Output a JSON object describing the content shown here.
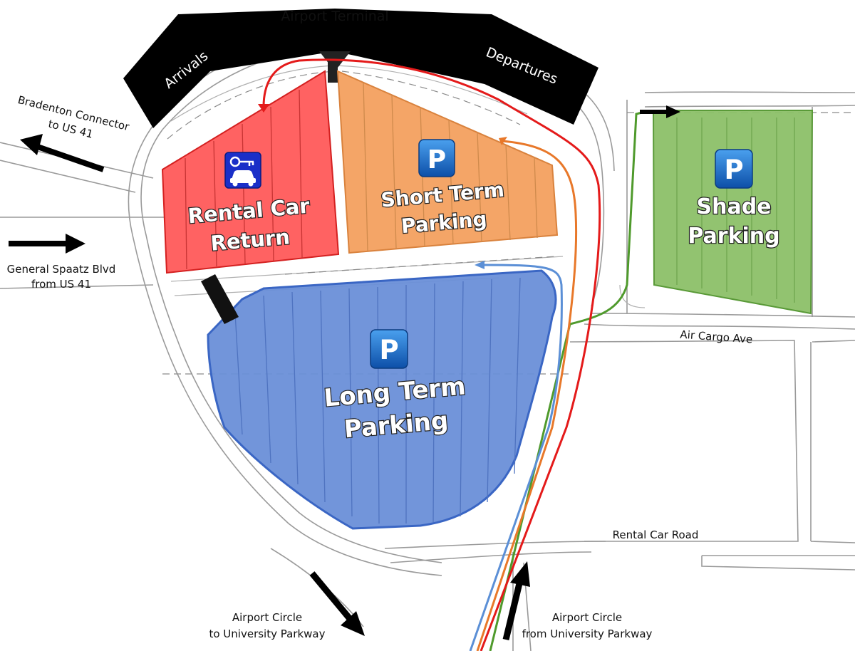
{
  "terminal": {
    "title": "Airport Terminal",
    "arrivals": "Arrivals",
    "departures": "Departures"
  },
  "lots": {
    "rental": {
      "line1": "Rental Car",
      "line2": "Return",
      "color": "#ff5a5a",
      "icon": "rental-car-key-icon"
    },
    "short_term": {
      "line1": "Short Term",
      "line2": "Parking",
      "color": "#f3a05f",
      "icon": "parking-icon"
    },
    "long_term": {
      "line1": "Long Term",
      "line2": "Parking",
      "color": "#6a8fd8",
      "icon": "parking-icon"
    },
    "shade": {
      "line1": "Shade",
      "line2": "Parking",
      "color": "#8cc068",
      "icon": "parking-icon"
    }
  },
  "parking_icon_letter": "P",
  "roads": {
    "bradenton_line1": "Bradenton Connector",
    "bradenton_line2": "to US 41",
    "spaatz_line1": "General Spaatz Blvd",
    "spaatz_line2": "from US 41",
    "air_cargo": "Air Cargo Ave",
    "rental_car_road": "Rental Car Road",
    "circle_to_line1": "Airport Circle",
    "circle_to_line2": "to University Parkway",
    "circle_from_line1": "Airport Circle",
    "circle_from_line2": "from University Parkway"
  },
  "route_colors": {
    "rental": "#e41a1a",
    "short_term": "#e8782a",
    "long_term": "#5b8fd6",
    "shade": "#4f9a2c"
  }
}
